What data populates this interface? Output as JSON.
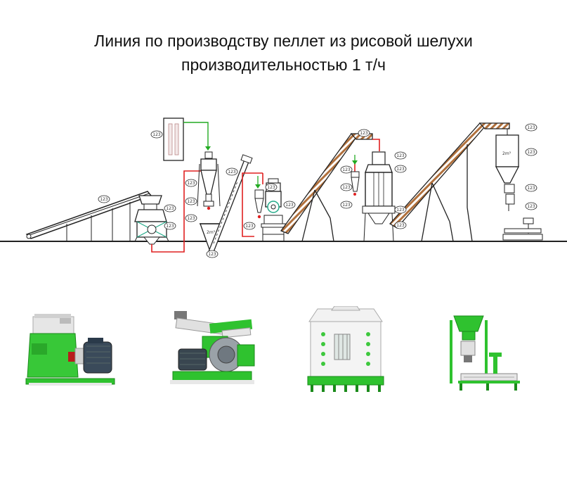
{
  "title": {
    "line1": "Линия по производству пеллет из рисовой шелухи",
    "line2": "производительностью 1 т/ч"
  },
  "scheme": {
    "tag_label": "123",
    "silo_label_1": "2m³",
    "silo_label_2": "2m³"
  },
  "colors": {
    "green": "#33bb33",
    "red": "#e02020",
    "outline": "#222222",
    "belt": "#c08050"
  },
  "machines": [
    {
      "name": "hammer-mill",
      "icon": "hammer-mill-icon"
    },
    {
      "name": "pellet-mill",
      "icon": "pellet-mill-icon"
    },
    {
      "name": "counterflow-cooler",
      "icon": "counterflow-cooler-icon"
    },
    {
      "name": "packing-machine",
      "icon": "packing-machine-icon"
    }
  ]
}
